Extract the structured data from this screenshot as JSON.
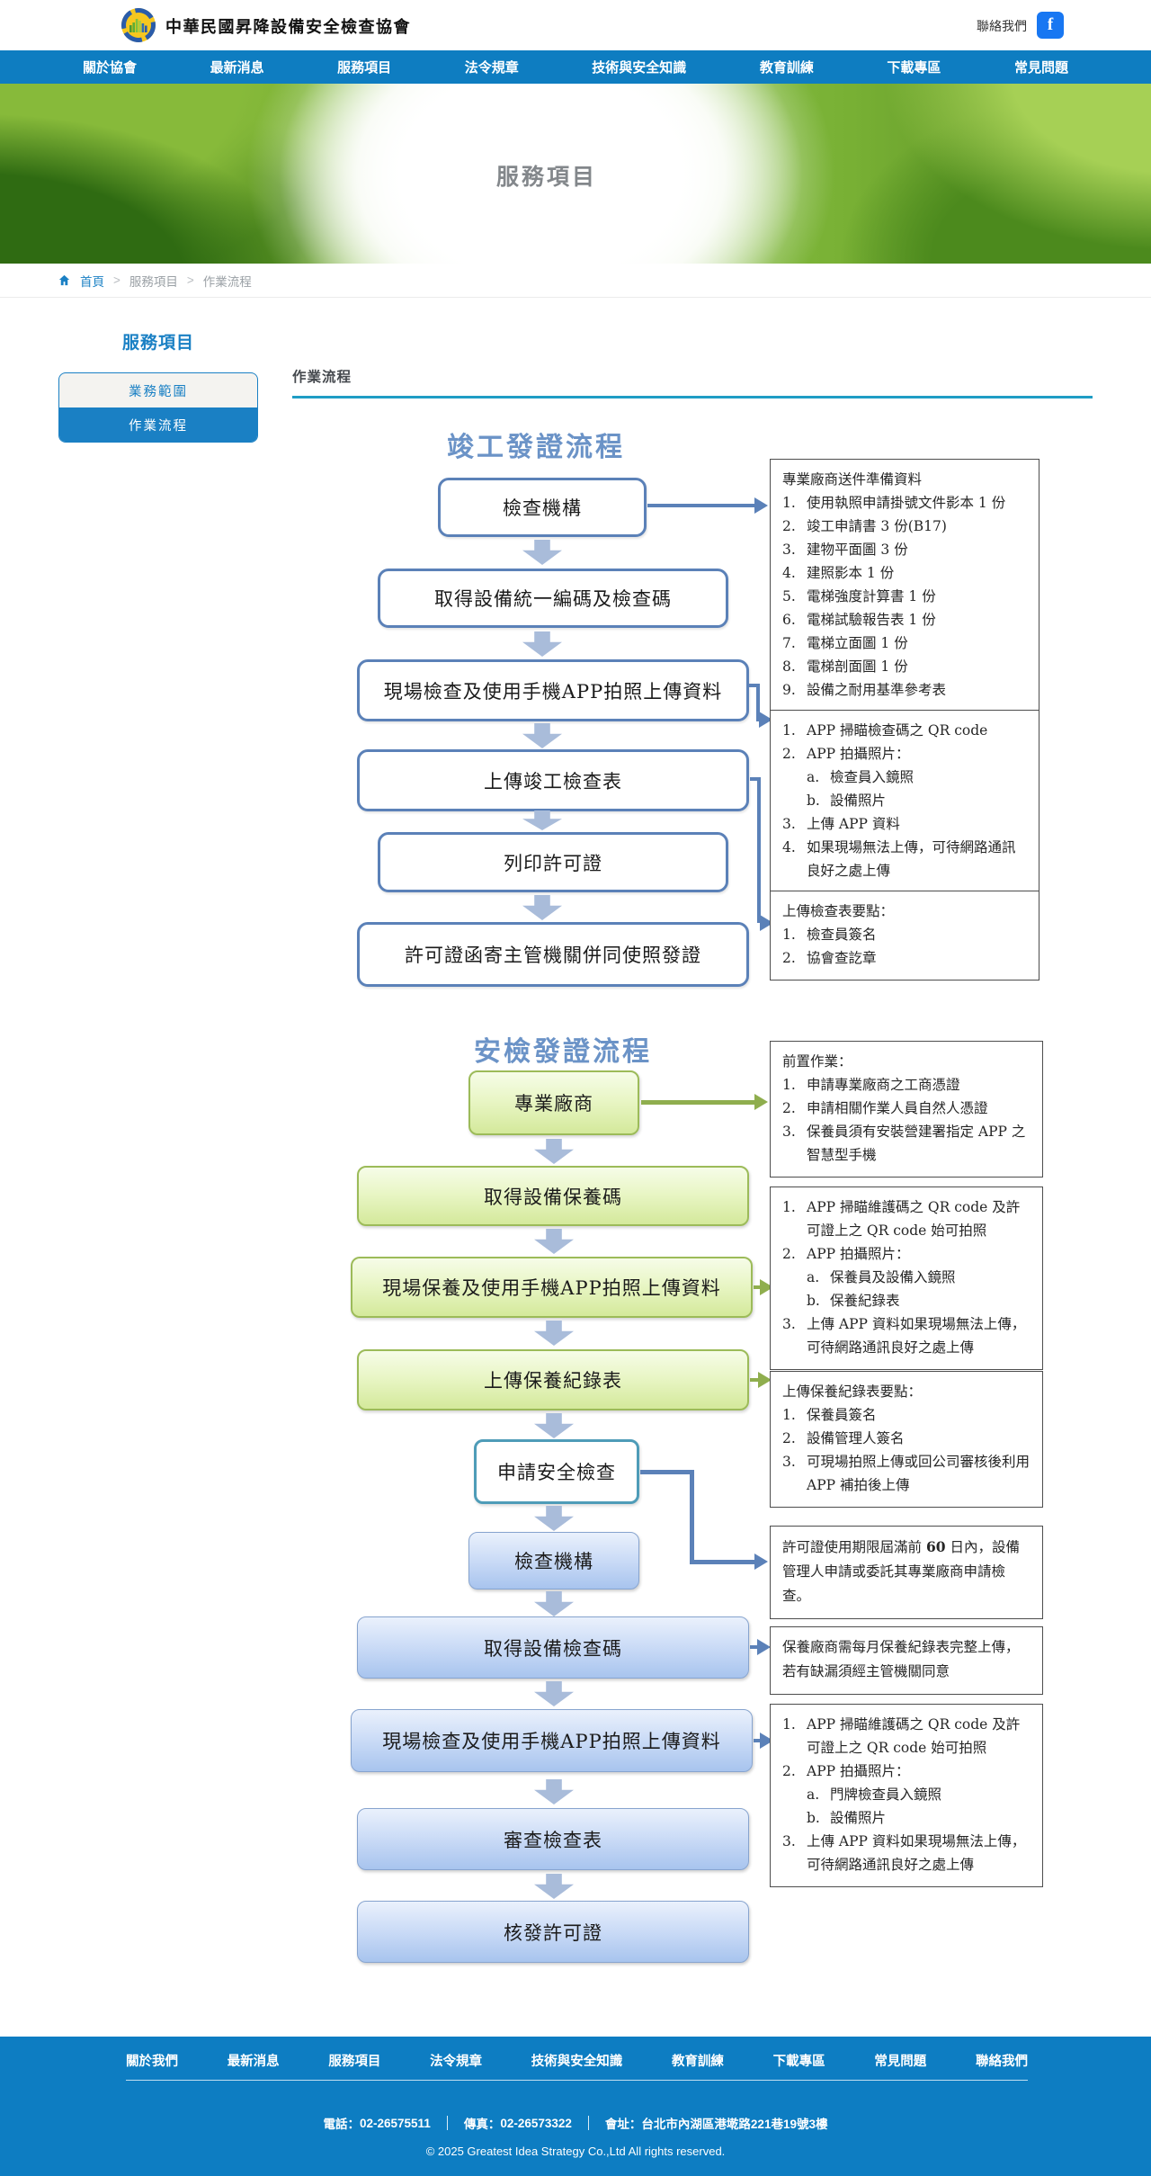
{
  "theme": {
    "nav_blue": "#0e7dc1",
    "accent_blue": "#1a80c4",
    "flow_title_blue": "#6b93c7",
    "flow_box_border_blue": "#5b81b8",
    "flow_green": "#8fae4e",
    "rule_teal": "#1f9dc5",
    "facebook_blue": "#1877f2"
  },
  "header": {
    "org_name": "中華民國昇降設備安全檢查協會",
    "contact_label": "聯絡我們",
    "facebook_letter": "f"
  },
  "nav": {
    "items": [
      "關於協會",
      "最新消息",
      "服務項目",
      "法令規章",
      "技術與安全知識",
      "教育訓練",
      "下載專區",
      "常見問題"
    ]
  },
  "hero": {
    "title": "服務項目"
  },
  "breadcrumb": {
    "home": "首頁",
    "sep": ">",
    "section": "服務項目",
    "page": "作業流程"
  },
  "sidebar": {
    "title": "服務項目",
    "items": [
      "業務範圍",
      "作業流程"
    ]
  },
  "content": {
    "title": "作業流程"
  },
  "flow1": {
    "title": "竣工發證流程",
    "steps": [
      "檢查機構",
      "取得設備統一編碼及檢查碼",
      "現場檢查及使用手機APP拍照上傳資料",
      "上傳竣工檢查表",
      "列印許可證",
      "許可證函寄主管機關併同使照發證"
    ],
    "panel1": {
      "header": "專業廠商送件準備資料",
      "lines": [
        {
          "m": "1.",
          "t": "使用執照申請掛號文件影本 1 份"
        },
        {
          "m": "2.",
          "t": "竣工申請書 3 份(B17)"
        },
        {
          "m": "3.",
          "t": "建物平面圖 3 份"
        },
        {
          "m": "4.",
          "t": "建照影本 1 份"
        },
        {
          "m": "5.",
          "t": "電梯強度計算書 1 份"
        },
        {
          "m": "6.",
          "t": "電梯試驗報告表 1 份"
        },
        {
          "m": "7.",
          "t": "電梯立面圖 1 份"
        },
        {
          "m": "8.",
          "t": "電梯剖面圖 1 份"
        },
        {
          "m": "9.",
          "t": "設備之耐用基準參考表"
        }
      ]
    },
    "panel2": {
      "lines": [
        {
          "m": "1.",
          "t": "APP 掃瞄檢查碼之 QR code"
        },
        {
          "m": "2.",
          "t": "APP 拍攝照片："
        },
        {
          "m": "a.",
          "t": "檢查員入鏡照"
        },
        {
          "m": "b.",
          "t": "設備照片"
        },
        {
          "m": "3.",
          "t": "上傳 APP 資料"
        },
        {
          "m": "4.",
          "t": "如果現場無法上傳，可待網路通訊良好之處上傳"
        }
      ]
    },
    "panel3": {
      "header": "上傳檢查表要點：",
      "lines": [
        {
          "m": "1.",
          "t": "檢查員簽名"
        },
        {
          "m": "2.",
          "t": "協會查訖章"
        }
      ]
    }
  },
  "flow2": {
    "title": "安檢發證流程",
    "steps": [
      "專業廠商",
      "取得設備保養碼",
      "現場保養及使用手機APP拍照上傳資料",
      "上傳保養紀錄表",
      "申請安全檢查",
      "檢查機構",
      "取得設備檢查碼",
      "現場檢查及使用手機APP拍照上傳資料",
      "審查檢查表",
      "核發許可證"
    ],
    "panel1": {
      "header": "前置作業：",
      "lines": [
        {
          "m": "1.",
          "t": "申請專業廠商之工商憑證"
        },
        {
          "m": "2.",
          "t": "申請相關作業人員自然人憑證"
        },
        {
          "m": "3.",
          "t": "保養員須有安裝營建署指定 APP 之智慧型手機"
        }
      ]
    },
    "panel2": {
      "lines": [
        {
          "m": "1.",
          "t": "APP 掃瞄維護碼之 QR code 及許可證上之 QR code 始可拍照"
        },
        {
          "m": "2.",
          "t": "APP 拍攝照片："
        },
        {
          "m": "a.",
          "t": "保養員及設備入鏡照"
        },
        {
          "m": "b.",
          "t": "保養紀錄表"
        },
        {
          "m": "3.",
          "t": "上傳 APP 資料如果現場無法上傳，可待網路通訊良好之處上傳"
        }
      ]
    },
    "panel3": {
      "header": "上傳保養紀錄表要點：",
      "lines": [
        {
          "m": "1.",
          "t": "保養員簽名"
        },
        {
          "m": "2.",
          "t": "設備管理人簽名"
        },
        {
          "m": "3.",
          "t": "可現場拍照上傳或回公司審核後利用 APP 補拍後上傳"
        }
      ]
    },
    "panel4": {
      "pre": "許可證使用期限屆滿前 ",
      "bold": "60",
      "post": " 日內，設備管理人申請或委託其專業廠商申請檢查。"
    },
    "panel5": {
      "text": "保養廠商需每月保養紀錄表完整上傳，若有缺漏須經主管機關同意"
    },
    "panel6": {
      "lines": [
        {
          "m": "1.",
          "t": "APP 掃瞄維護碼之 QR code 及許可證上之 QR code 始可拍照"
        },
        {
          "m": "2.",
          "t": "APP 拍攝照片："
        },
        {
          "m": "a.",
          "t": "門牌檢查員入鏡照"
        },
        {
          "m": "b.",
          "t": "設備照片"
        },
        {
          "m": "3.",
          "t": "上傳 APP 資料如果現場無法上傳，可待網路通訊良好之處上傳"
        }
      ]
    }
  },
  "footer": {
    "nav": [
      "關於我們",
      "最新消息",
      "服務項目",
      "法令規章",
      "技術與安全知識",
      "教育訓練",
      "下載專區",
      "常見問題",
      "聯絡我們"
    ],
    "phone_label": "電話：",
    "phone": "02-26575511",
    "fax_label": "傳真：",
    "fax": "02-26573322",
    "address_label": "會址：",
    "address": "台北市內湖區港墘路221巷19號3樓",
    "copyright": "© 2025 Greatest Idea Strategy Co.,Ltd All rights reserved."
  }
}
